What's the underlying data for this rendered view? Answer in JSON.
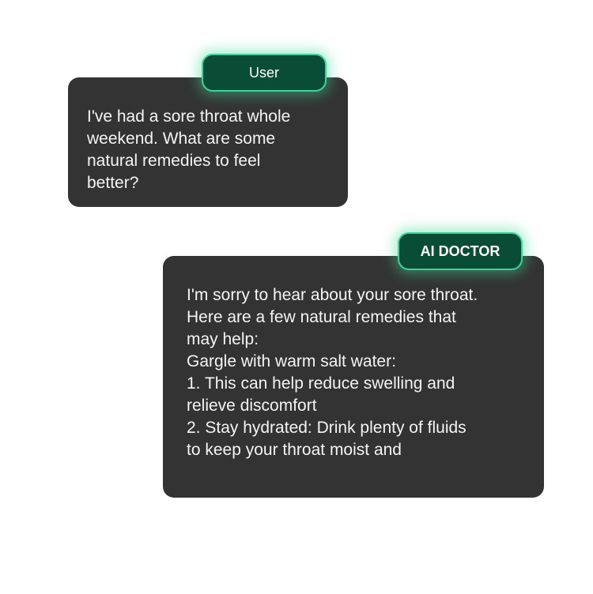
{
  "conversation": {
    "user_message": {
      "sender_label": "User",
      "lines": [
        "I've had a sore throat whole",
        "weekend. What are some",
        "natural remedies to feel",
        "better?"
      ]
    },
    "ai_message": {
      "sender_label": "AI DOCTOR",
      "lines": [
        "I'm sorry to hear about your sore throat.",
        "Here are a few natural remedies that",
        "may help:",
        "Gargle with warm salt water:",
        "1. This can help reduce swelling and",
        "relieve discomfort",
        "2. Stay hydrated: Drink plenty of fluids",
        "to keep your throat moist and"
      ]
    }
  },
  "colors": {
    "bubble_background": "#333333",
    "bubble_text": "#f4f4f4",
    "tag_background": "#0a4d36",
    "tag_border": "#3fd29b",
    "tag_glow": "#3cdc96",
    "page_background": "#ffffff"
  }
}
